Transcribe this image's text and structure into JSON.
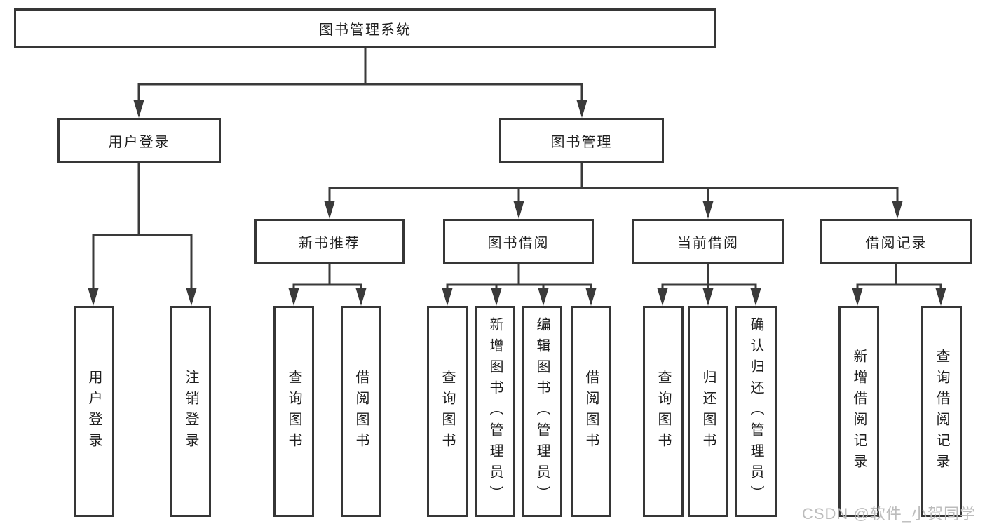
{
  "diagram_title": "图书管理系统",
  "nodes": {
    "root": "图书管理系统",
    "user_login": "用户登录",
    "book_management": "图书管理",
    "new_book_recommend": "新书推荐",
    "book_borrowing": "图书借阅",
    "current_borrowing": "当前借阅",
    "borrowing_records": "借阅记录",
    "leaf_user_login": "用户登录",
    "leaf_logout": "注销登录",
    "leaf_nb_query_books": "查询图书",
    "leaf_nb_borrow_books": "借阅图书",
    "leaf_bb_query_books": "查询图书",
    "leaf_bb_add_books": "新增图书（管理员）",
    "leaf_bb_edit_books": "编辑图书（管理员）",
    "leaf_bb_borrow_books": "借阅图书",
    "leaf_cb_query_books": "查询图书",
    "leaf_cb_return_books": "归还图书",
    "leaf_cb_confirm_return": "确认归还（管理员）",
    "leaf_br_add_record": "新增借阅记录",
    "leaf_br_query_record": "查询借阅记录"
  },
  "watermark": "CSDN @软件_小贺同学",
  "colors": {
    "line": "#3a3a3a",
    "border": "#363636",
    "text": "#1f1f1f",
    "watermark": "#b8b8b8"
  }
}
